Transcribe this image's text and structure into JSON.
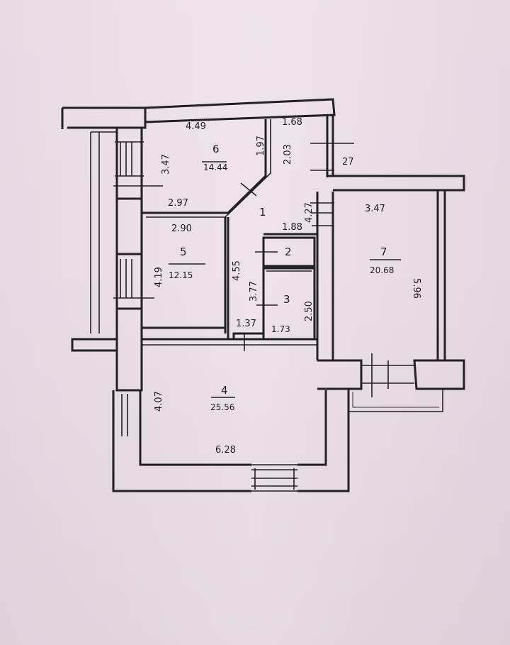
{
  "rooms": [
    {
      "id": "1",
      "label": "1"
    },
    {
      "id": "2",
      "label": "2"
    },
    {
      "id": "3",
      "label": "3",
      "area": "1.73"
    },
    {
      "id": "4",
      "label": "4",
      "area": "25.56"
    },
    {
      "id": "5",
      "label": "5",
      "area": "12.15"
    },
    {
      "id": "6",
      "label": "6",
      "area": "14.44"
    },
    {
      "id": "7",
      "label": "7",
      "area": "20.68"
    }
  ],
  "dims": {
    "r6_top": "4.49",
    "r6_left": "3.47",
    "r6_bottom": "2.97",
    "r6_diag": "1.97",
    "hall_top": "1.68",
    "hall_side": "2.03",
    "hall_mark": "27",
    "hall_right": "4.27",
    "hall_mid": "1.88",
    "r5_top": "2.90",
    "r5_left": "4.19",
    "r5_right": "4.55",
    "r3_left": "3.77",
    "r3_right": "2.50",
    "hall_bottom": "1.37",
    "r4_left": "4.07",
    "r4_bottom": "6.28",
    "r7_top": "3.47",
    "r7_right": "5.96"
  }
}
